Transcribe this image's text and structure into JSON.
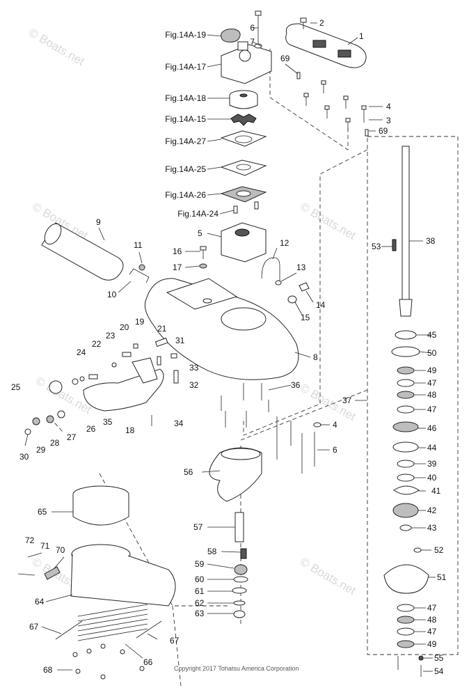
{
  "figure_refs": [
    {
      "id": "f19",
      "text": "Fig.14A-19"
    },
    {
      "id": "f17",
      "text": "Fig.14A-17"
    },
    {
      "id": "f18",
      "text": "Fig.14A-18"
    },
    {
      "id": "f15",
      "text": "Fig.14A-15"
    },
    {
      "id": "f27",
      "text": "Fig.14A-27"
    },
    {
      "id": "f25",
      "text": "Fig.14A-25"
    },
    {
      "id": "f26",
      "text": "Fig.14A-26"
    },
    {
      "id": "f24",
      "text": "Fig.14A-24"
    }
  ],
  "callouts": [
    "1",
    "2",
    "3",
    "4",
    "5",
    "6",
    "7",
    "8",
    "9",
    "10",
    "11",
    "12",
    "13",
    "14",
    "15",
    "16",
    "17",
    "18",
    "19",
    "20",
    "21",
    "22",
    "23",
    "24",
    "25",
    "26",
    "27",
    "28",
    "29",
    "30",
    "31",
    "32",
    "33",
    "34",
    "35",
    "36",
    "37",
    "38",
    "39",
    "40",
    "41",
    "42",
    "43",
    "44",
    "45",
    "46",
    "47",
    "48",
    "49",
    "50",
    "51",
    "52",
    "53",
    "54",
    "55",
    "56",
    "57",
    "58",
    "59",
    "60",
    "61",
    "62",
    "63",
    "64",
    "65",
    "66",
    "67",
    "68",
    "69",
    "70",
    "71",
    "72"
  ],
  "watermark": "© Boats.net",
  "copyright": "Copyright 2017 Tohatsu America Corporation"
}
